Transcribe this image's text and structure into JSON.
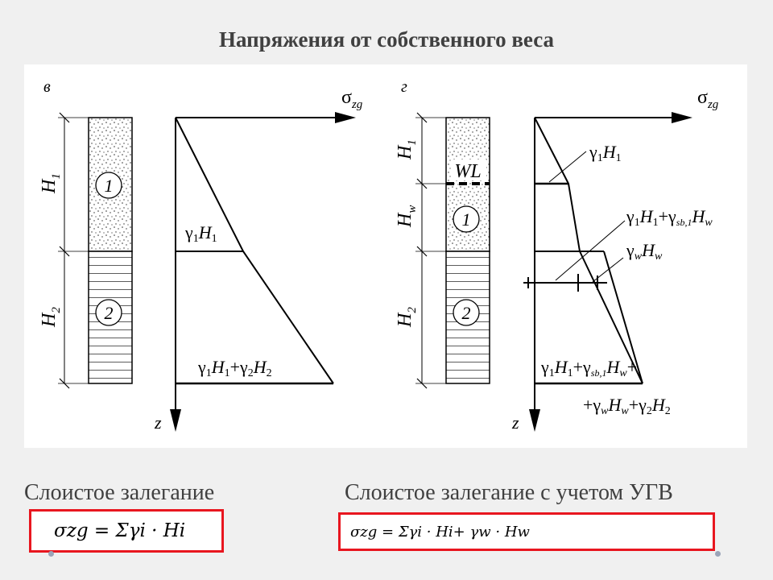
{
  "title": "Напряжения от собственного веса",
  "left_diagram": {
    "panel_letter": "в",
    "axis_x_label": "σ",
    "axis_x_sub": "zg",
    "axis_z_label": "z",
    "layer_labels": [
      "1",
      "2"
    ],
    "dim_labels": [
      {
        "main": "H",
        "sub": "1"
      },
      {
        "main": "H",
        "sub": "2"
      }
    ],
    "value_1": {
      "g": "γ",
      "s1": "1",
      "h": "H",
      "s2": "1"
    },
    "value_2": {
      "g1": "γ",
      "s1": "1",
      "h1": "H",
      "s2": "1",
      "plus": "+",
      "g2": "γ",
      "s3": "2",
      "h2": "H",
      "s4": "2"
    }
  },
  "right_diagram": {
    "panel_letter": "г",
    "axis_x_label": "σ",
    "axis_x_sub": "zg",
    "axis_z_label": "z",
    "wl_label": "WL",
    "layer_labels": [
      "1",
      "2"
    ],
    "dim_labels": [
      {
        "main": "H",
        "sub": "1"
      },
      {
        "main": "H",
        "sub": "w"
      },
      {
        "main": "H",
        "sub": "2"
      }
    ],
    "value_1": {
      "g": "γ",
      "s1": "1",
      "h": "H",
      "s2": "1"
    },
    "value_2": {
      "g1": "γ",
      "s1": "1",
      "h1": "H",
      "s2": "1",
      "plus": "+",
      "g2": "γ",
      "s3": "sb,1",
      "h2": "H",
      "s4": "w"
    },
    "value_3": {
      "g": "γ",
      "s1": "w",
      "h": "H",
      "s2": "w"
    },
    "value_4a": {
      "g1": "γ",
      "s1": "1",
      "h1": "H",
      "s2": "1",
      "plus": "+",
      "g2": "γ",
      "s3": "sb,1",
      "h2": "H",
      "s4": "w",
      "plus2": "+"
    },
    "value_4b": {
      "plus": "+",
      "g1": "γ",
      "s1": "w",
      "h1": "H",
      "s2": "w",
      "plus2": "+",
      "g2": "γ",
      "s3": "2",
      "h2": "H",
      "s4": "2"
    }
  },
  "captions": {
    "left": "Слоистое залегание",
    "right": "Слоистое залегание с учетом УГВ"
  },
  "formulas": {
    "left": "σzg = Σγi · Hi",
    "right": "σzg = Σγi · Hi+ γw · Hw"
  },
  "colors": {
    "background": "#f0f0f0",
    "panel": "#ffffff",
    "highlight_border": "#e8161f",
    "text": "#404040"
  }
}
